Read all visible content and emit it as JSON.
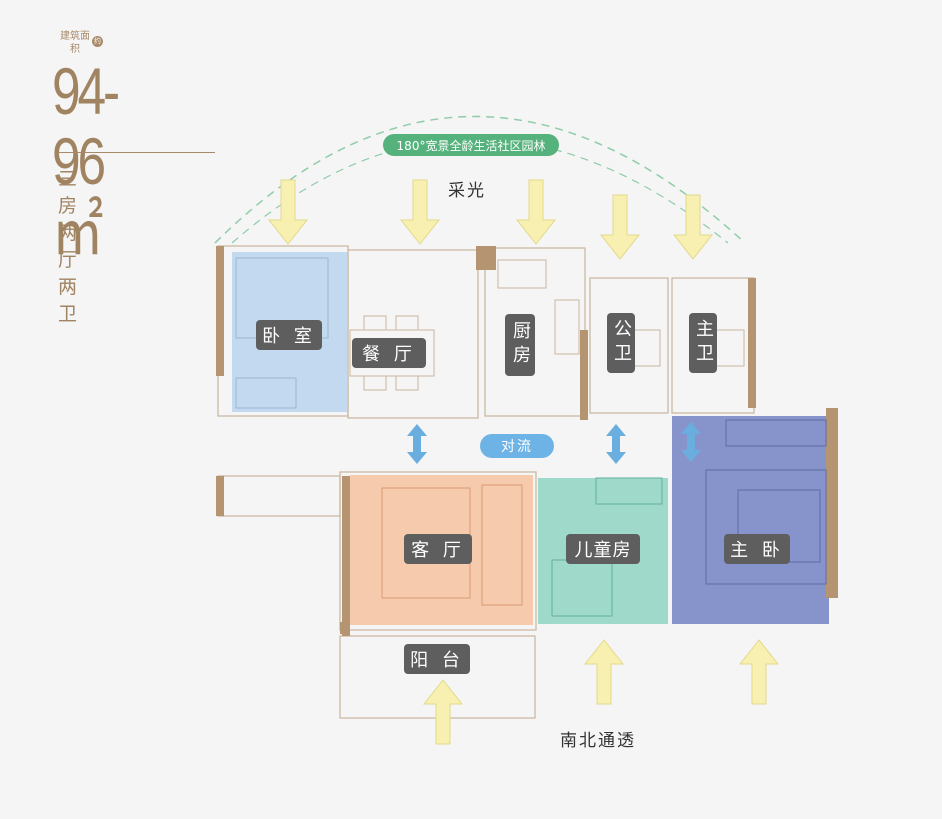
{
  "header": {
    "area_tag": "建筑面积",
    "area_badge": "约",
    "area_value": "94-96㎡",
    "layout_name": "三房两厅两卫"
  },
  "banners": {
    "garden": "180°宽景全龄生活社区园林",
    "convection": "对流"
  },
  "captions": {
    "lighting": "采光",
    "ventilation": "南北通透"
  },
  "rooms": {
    "bedroom": "卧 室",
    "dining": "餐 厅",
    "kitchen": "厨房",
    "public_bath": "公卫",
    "master_bath": "主卫",
    "living": "客 厅",
    "children": "儿童房",
    "master_bedroom": "主 卧",
    "balcony": "阳 台"
  },
  "colors": {
    "bedroom": "#b8d4ef",
    "living": "#f6c6a5",
    "children": "#8fd3c2",
    "master_bedroom": "#7f8ec8",
    "wall": "#b59571",
    "sun_arrow": "#f7f0b0",
    "air_arrow": "#6aaee0",
    "brand": "#a08462"
  }
}
